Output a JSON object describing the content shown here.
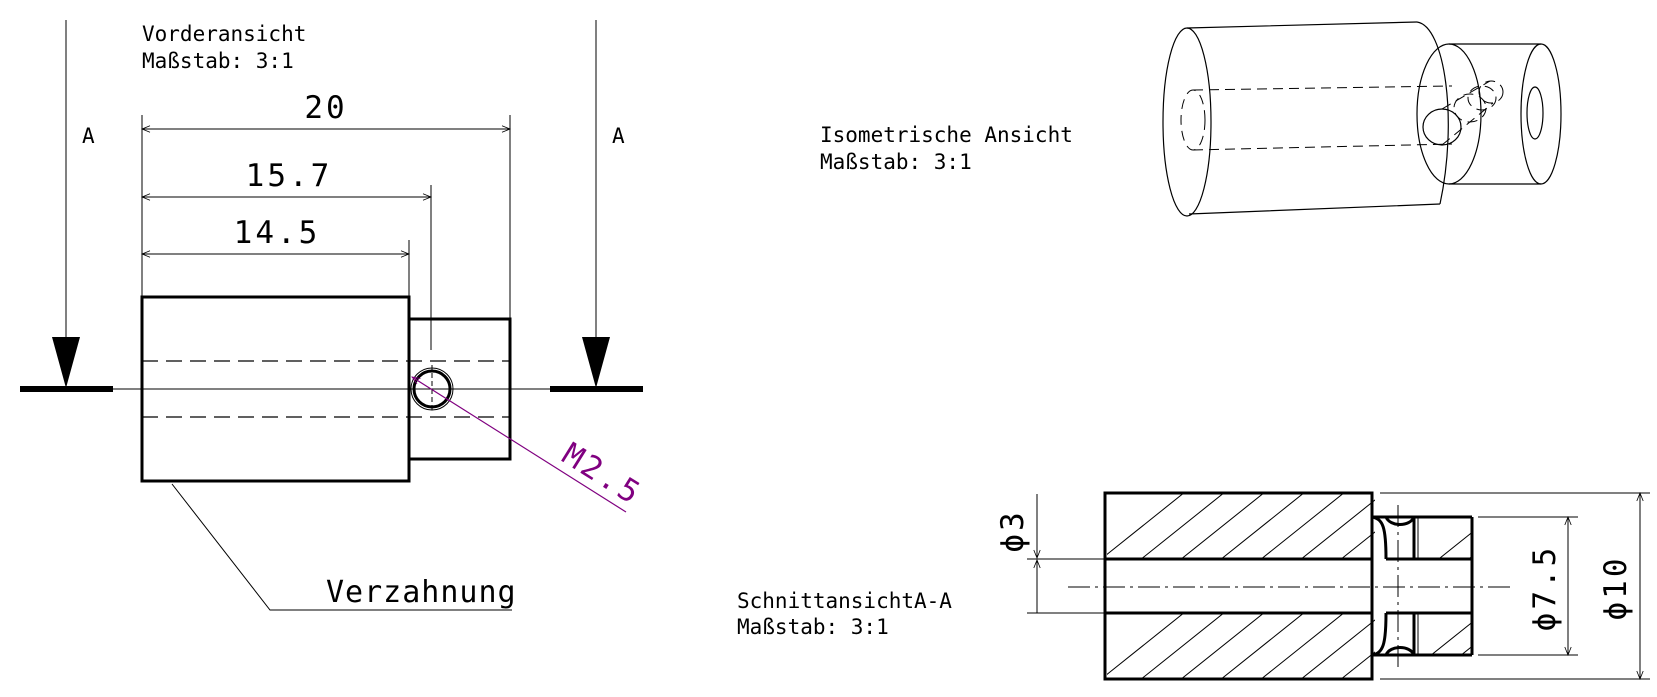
{
  "front_view": {
    "title": "Vorderansicht",
    "scale": "Maßstab:  3:1",
    "section_marker_left": "A",
    "section_marker_right": "A",
    "dim_overall": "20",
    "dim_hole_position": "15.7",
    "dim_large_length": "14.5",
    "thread_callout": "M2.5",
    "note_label": "Verzahnung"
  },
  "iso_view": {
    "title": "Isometrische Ansicht",
    "scale": "Maßstab:  3:1"
  },
  "section_view": {
    "title": "SchnittansichtA-A",
    "scale": "Maßstab:  3:1",
    "dim_bore": "ϕ3",
    "dim_small_diameter": "ϕ7.5",
    "dim_large_diameter": "ϕ10"
  },
  "colors": {
    "lines": "#000000",
    "thread_annotation": "#800080"
  }
}
